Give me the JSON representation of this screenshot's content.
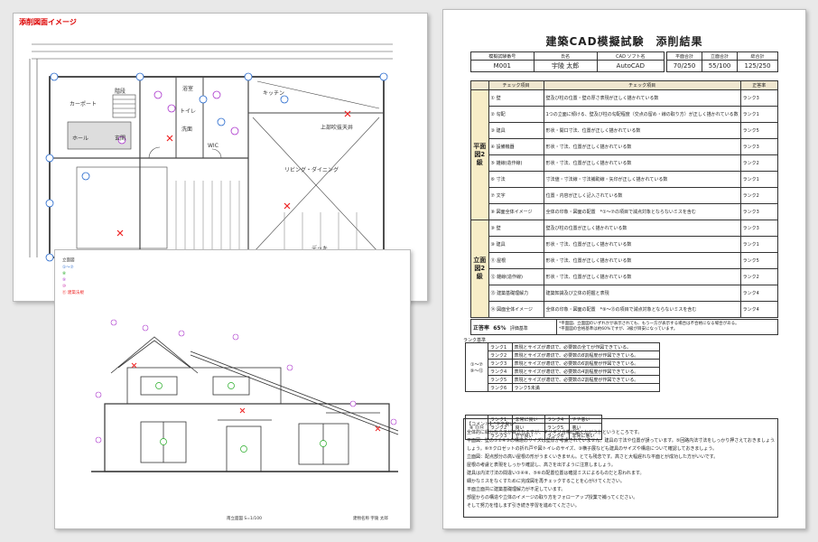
{
  "plan": {
    "title": "添削図面イメージ",
    "labels": {
      "garage": "カーポート",
      "hall": "ホール",
      "entrance": "玄関",
      "bath": "浴室",
      "toilet": "トイレ",
      "wash": "洗面",
      "kitchen": "キッチン",
      "living": "リビング・ダイニング",
      "upper": "上部吹抜天井",
      "deck": "デッキ",
      "closet": "WIC",
      "stair": "階段"
    }
  },
  "elevation": {
    "title": "立面図",
    "legend": [
      "①〜⑦",
      "⑧",
      "⑨",
      "⑩",
      "⑪ 建築法規"
    ],
    "scale_note": "南立面図 S=1/100",
    "signature": "建物名称 宇陵 太郎"
  },
  "result": {
    "title": "建築CAD模擬試験　添削結果",
    "header": {
      "exam_no_label": "模擬試験番号",
      "name_label": "氏名",
      "software_label": "CAD ソフト名",
      "exam_no": "M001",
      "name": "宇陵 太郎",
      "software": "AutoCAD",
      "plan_total_label": "平面合計",
      "elev_total_label": "立面合計",
      "grand_total_label": "総合計",
      "plan_total": "70/250",
      "elev_total": "55/100",
      "grand_total": "125/250"
    },
    "table_headers": {
      "item": "チェック項目",
      "check": "チェック項目",
      "rank": "正答率"
    },
    "sections": [
      {
        "name": "平面図2級",
        "rows": [
          {
            "item": "① 壁",
            "check": "壁及び柱の位置・壁の厚さ表現が正しく描かれている数",
            "rank": "ランク3"
          },
          {
            "item": "② 勾配",
            "check": "1つの立面に傾ける、壁及び柱の勾配程度（交点の留め・線の取り方）が正しく描かれている数",
            "rank": "ランク1"
          },
          {
            "item": "③ 建具",
            "check": "形状・開口寸法、位置が正しく描かれている数",
            "rank": "ランク5"
          },
          {
            "item": "④ 設備機器",
            "check": "形状・寸法、位置が正しく描かれている数",
            "rank": "ランク3"
          },
          {
            "item": "⑤ 雑線(造作線)",
            "check": "形状・寸法、位置が正しく描かれている数",
            "rank": "ランク2"
          },
          {
            "item": "⑥ 寸法",
            "check": "寸法値・寸法線・寸法補助線・矢印が正しく描かれている数",
            "rank": "ランク1"
          },
          {
            "item": "⑦ 文字",
            "check": "位置・内容が正しく記入されている数",
            "rank": "ランク2"
          },
          {
            "item": "⑧ 図面全体イメージ",
            "check": "全体の印象・図面の配置　*①〜⑦の項目で減点対象とならないミスを含む",
            "rank": "ランク3"
          }
        ]
      },
      {
        "name": "立面図2級",
        "rows": [
          {
            "item": "⑨ 壁",
            "check": "壁及び柱の位置が正しく描かれている数",
            "rank": "ランク3"
          },
          {
            "item": "⑩ 建具",
            "check": "形状・寸法、位置が正しく描かれている数",
            "rank": "ランク1"
          },
          {
            "item": "⑪ 屋根",
            "check": "形状・寸法、位置が正しく描かれている数",
            "rank": "ランク5"
          },
          {
            "item": "⑫ 雑線(造作線)",
            "check": "形状・寸法、位置が正しく描かれている数",
            "rank": "ランク2"
          },
          {
            "item": "⑬ 建築基礎理解力",
            "check": "建築知識及び立体の把握と表現",
            "rank": "ランク4"
          },
          {
            "item": "⑭ 図面全体イメージ",
            "check": "全体の印象・図面の配置　*⑨〜⑬の項目で減点対象とならないミスを含む",
            "rank": "ランク4"
          }
        ]
      }
    ],
    "score": {
      "label": "正答率",
      "value": "65%",
      "criteria_label": "評価基準",
      "note1": "*平面図、立面図のいずれかが表示されても、もう一方が表示する場合は不合格になる場合がある。",
      "note2": "*平面図の合格基準は約60%ですが、3級が目安になっています。"
    },
    "rank_label": "ランク基準",
    "rank_group1": "①〜⑦ ⑨〜⑫",
    "rank_rows": [
      [
        "ランク1",
        "表現とサイズが適切で、必要数の全てが作図できている。"
      ],
      [
        "ランク2",
        "表現とサイズが適切で、必要数の8割程度が作図できている。"
      ],
      [
        "ランク3",
        "表現とサイズが適切で、必要数の6割程度が作図できている。"
      ],
      [
        "ランク4",
        "表現とサイズが適切で、必要数の4割程度が作図できている。"
      ],
      [
        "ランク5",
        "表現とサイズが適切で、必要数の2割程度が作図できている。"
      ],
      [
        "ランク6",
        "ランク5未満"
      ]
    ],
    "rank_group2": "⑧ ⑬⑭",
    "rank_rows2": [
      [
        "ランク1",
        "非常に良い",
        "ランク4",
        "やや悪い"
      ],
      [
        "ランク2",
        "良い",
        "ランク5",
        "悪い"
      ],
      [
        "ランク3",
        "やや良い",
        "ランク6",
        "非常に悪い"
      ]
    ],
    "comment_lines": [
      "【コメント】\"やや良い\"",
      "全体的に細かなミスが目立ちますが、ギリギリ合格に届くかどうかというところです。",
      "平面図：壁の①②④③の構造のサイズは壁厚が考慮されていません。建具の寸法や位置が誤っています。⑤回路内法寸法をしっかり押さえておきましょう。",
      "しょう。⑥⑦クロゼットの折れ戸や図トイレのサイズ、③横子展なども建具のサイズや構造について確認しておきましょう。",
      "立面図：配点部分の高い屋根の形がうまくいきません。とても残念です。高さと大幅遅れな平面とが成功した方がいいです。",
      "屋根の考慮と表現をしっかり確認し、高さを出すように注意しましょう。",
      "建具は内法寸法の間違い①④⑧、⑤⑥の配置位置は確認ミスによるものだと思われます。",
      "細かなミスをなくすために完成図を再チェックすることを心がけてください。",
      "平面立面共に建築基礎理解力が不足しています。",
      "部屋からの構造や立体のイメージの取り方をフォローアップ授業で補ってください。",
      "そして努力を惜しまず引き続き学習を進めてください。"
    ]
  }
}
